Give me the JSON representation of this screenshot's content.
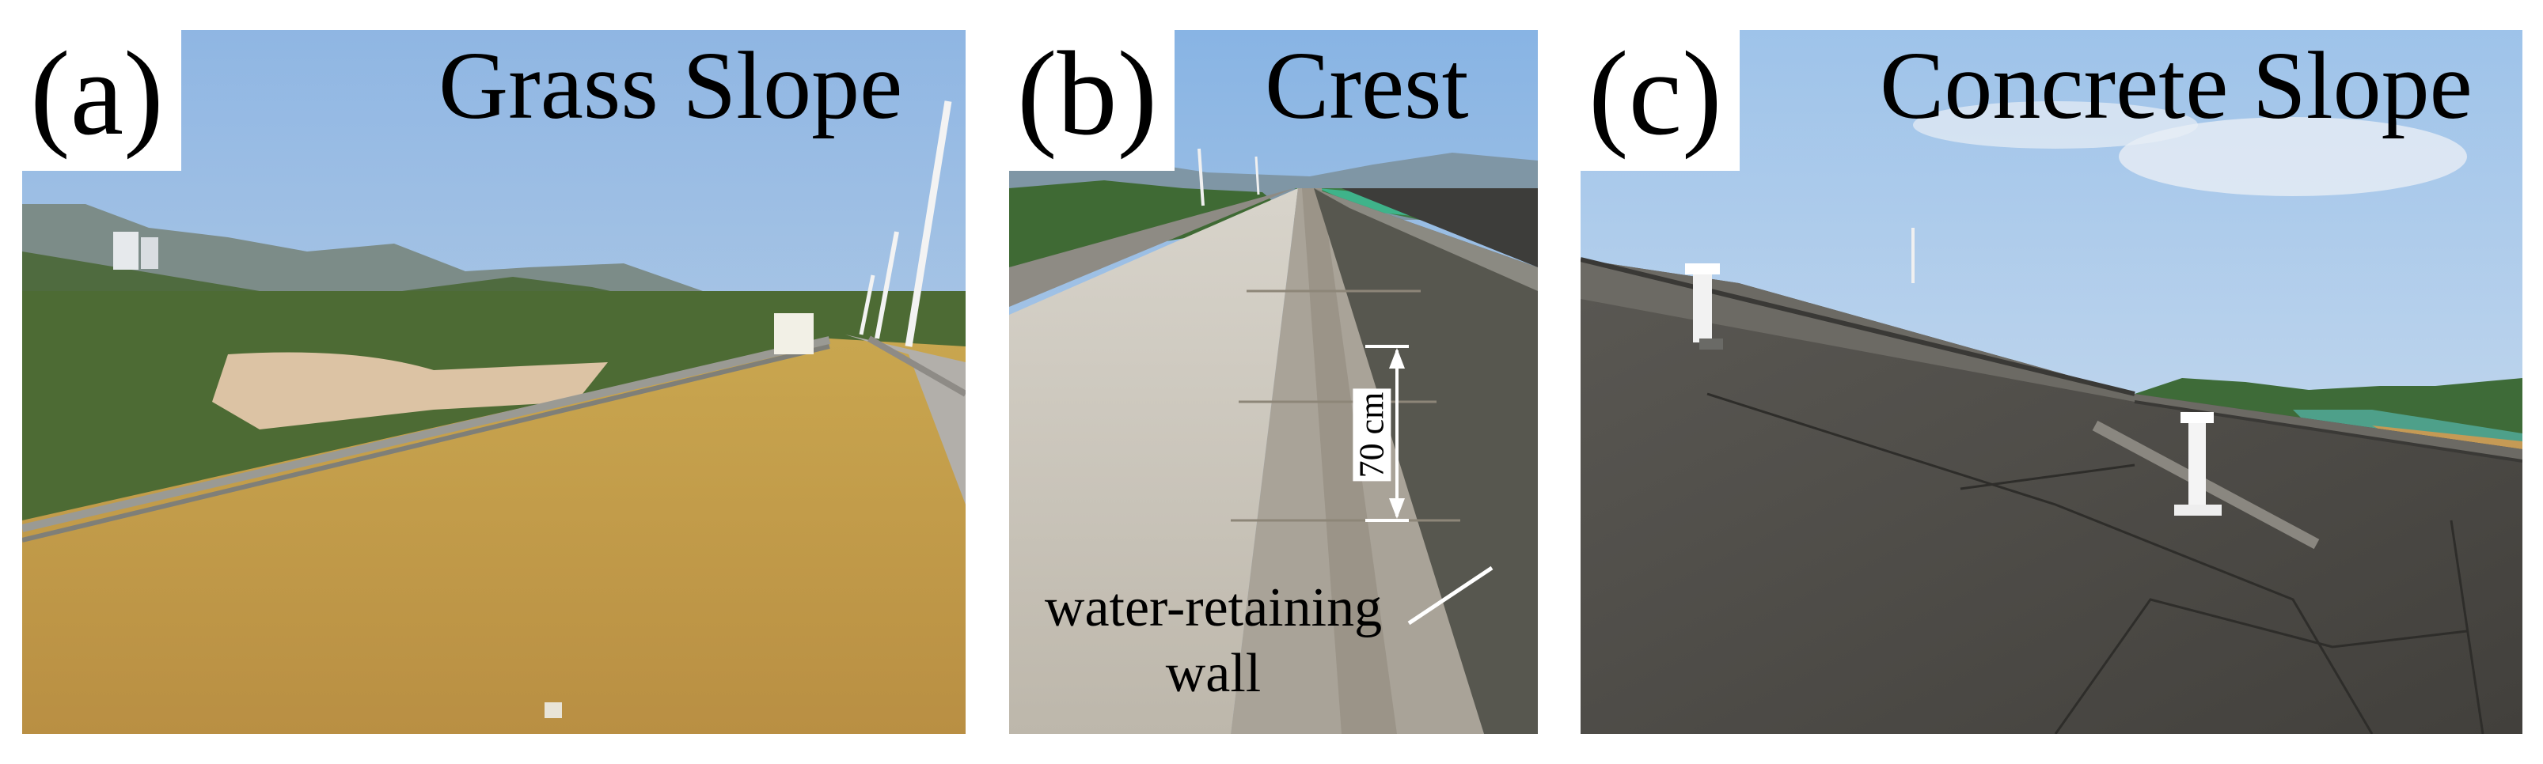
{
  "panels": [
    {
      "letter": "(a)",
      "title": "Grass Slope"
    },
    {
      "letter": "(b)",
      "title": "Crest",
      "dimension_label": "70 cm",
      "annotation_line1": "water-retaining",
      "annotation_line2": "wall"
    },
    {
      "letter": "(c)",
      "title": "Concrete Slope"
    }
  ],
  "colors": {
    "sky": "#a9c6e6",
    "grass": "#c8a55a",
    "concrete": "#bcb6aa",
    "dark_slope": "#4d4b47"
  }
}
